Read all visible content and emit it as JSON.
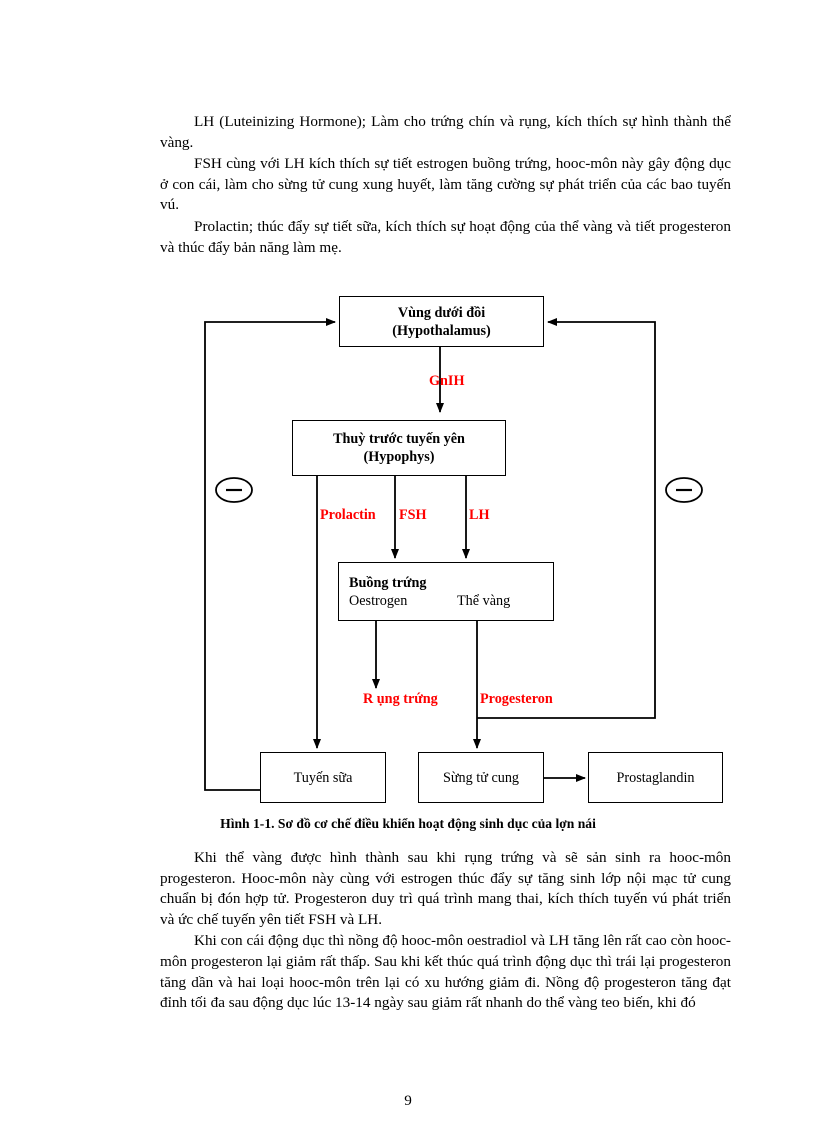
{
  "document": {
    "page_number": "9",
    "paragraphs": [
      "LH (Luteinizing Hormone); Làm cho trứng chín và rụng, kích thích sự hình thành thể vàng.",
      "FSH cùng với LH kích thích sự tiết estrogen buồng trứng, hooc-môn này gây động dục ở con cái, làm cho sừng tử cung xung huyết, làm tăng cường sự phát triển của các bao tuyến vú.",
      "Prolactin; thúc đẩy sự tiết sữa, kích thích sự hoạt động của thể vàng và tiết progesteron và thúc đẩy bản năng làm mẹ."
    ],
    "paragraphs_after": [
      "Khi thể vàng được hình thành sau khi rụng trứng và sẽ sản sinh ra hooc-môn progesteron. Hooc-môn này cùng với estrogen thúc đẩy sự tăng sinh lớp nội mạc tử cung chuẩn bị đón hợp tử. Progesteron duy trì quá trình mang thai, kích thích tuyến vú phát triển và ức chế tuyến yên tiết FSH và LH.",
      "Khi con cái động dục thì nồng độ hooc-môn oestradiol và LH tăng lên rất cao còn hooc-môn progesteron lại giảm rất thấp. Sau khi kết thúc quá trình động dục thì trái lại progesteron tăng dần và hai loại hooc-môn trên lại có xu hướng giảm đi. Nồng độ progesteron tăng đạt đỉnh tối đa sau động dục lúc 13-14 ngày sau giảm rất nhanh do thể vàng teo biến, khi đó"
    ]
  },
  "figure": {
    "caption": "Hình 1-1. Sơ đồ cơ chế điều khiển hoạt động sinh dục của lợn nái",
    "accent_color": "#ff0000",
    "line_color": "#000000",
    "boxes": {
      "hypothalamus": {
        "line1": "Vùng dưới đồi",
        "line2": "(Hypothalamus)"
      },
      "hypophys": {
        "line1": "Thuỳ trước tuyến yên",
        "line2": "(Hypophys)"
      },
      "ovary": {
        "line1": "Buồng trứng",
        "line2": "Oestrogen",
        "line3": "Thể vàng"
      },
      "mammary": {
        "line1": "Tuyến sữa"
      },
      "uterine_horn": {
        "line1": "Sừng tử cung"
      },
      "prostaglandin": {
        "line1": "Prostaglandin"
      }
    },
    "arrow_labels": {
      "gnih": "GnIH",
      "prolactin": "Prolactin",
      "fsh": "FSH",
      "lh": "LH",
      "ovulation": "R ụng trứng",
      "progesteron": "Progesteron"
    },
    "feedback_symbols": {
      "left": "−",
      "right": "−"
    }
  }
}
